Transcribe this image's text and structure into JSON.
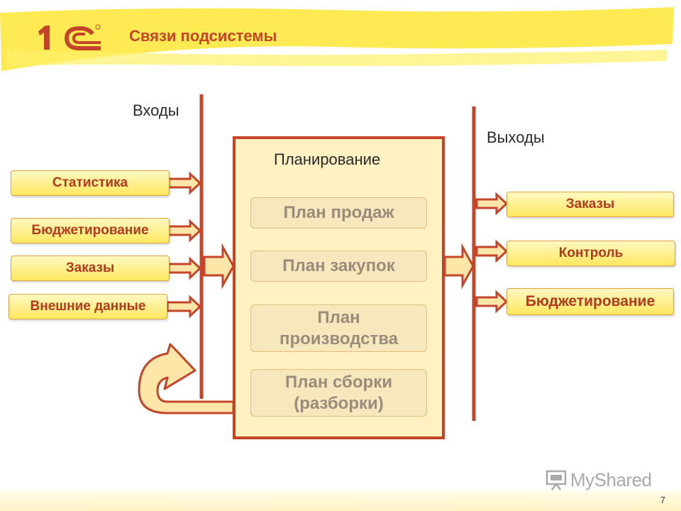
{
  "header": {
    "title": "Связи подсистемы",
    "logo_text": "1С"
  },
  "diagram": {
    "inputs_label": "Входы",
    "outputs_label": "Выходы",
    "center_label": "Планирование",
    "inputs": [
      "Статистика",
      "Бюджетирование",
      "Заказы",
      "Внешние данные"
    ],
    "plans": [
      "План продаж",
      "План закупок",
      "План производства",
      "План сборки (разборки)"
    ],
    "outputs": [
      "Заказы",
      "Контроль",
      "Бюджетирование"
    ]
  },
  "footer": {
    "watermark": "MyShared",
    "page_number": "7"
  },
  "colors": {
    "accent": "#c4452a",
    "highlight_yellow": "#ffe94a",
    "box_fill": "#fff1c2"
  }
}
